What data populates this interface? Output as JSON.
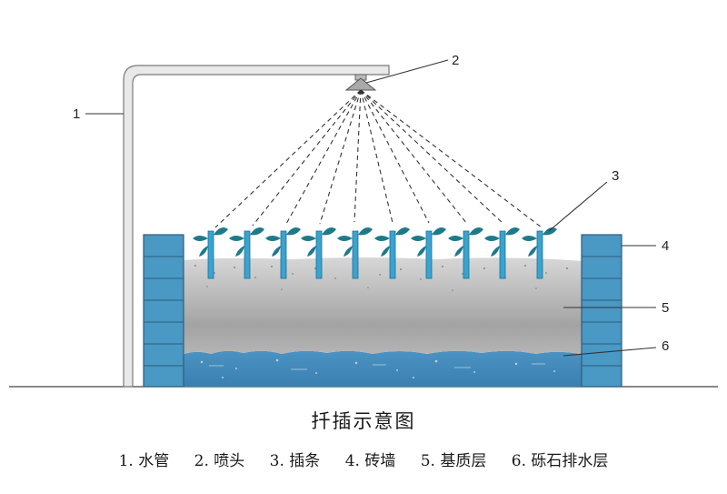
{
  "diagram": {
    "title": "扦插示意图",
    "callouts": [
      "1",
      "2",
      "3",
      "4",
      "5",
      "6"
    ],
    "legend": [
      "1. 水管",
      "2. 喷头",
      "3. 插条",
      "4. 砖墙",
      "5. 基质层",
      "6. 砾石排水层"
    ],
    "colors": {
      "brick": "#4a98c4",
      "brick_mortar": "#2c5e7d",
      "substrate_top": "#c8c8c8",
      "substrate_mid": "#a9a9a9",
      "gravel_water": "#3f87b8",
      "cutting": "#3aa3cf",
      "leaf": "#1e7a88",
      "pipe": "#e6e6e6",
      "pipe_edge": "#777777"
    },
    "icons": {
      "nozzle": "cone-nozzle-icon",
      "cutting": "plant-cutting-icon"
    }
  }
}
